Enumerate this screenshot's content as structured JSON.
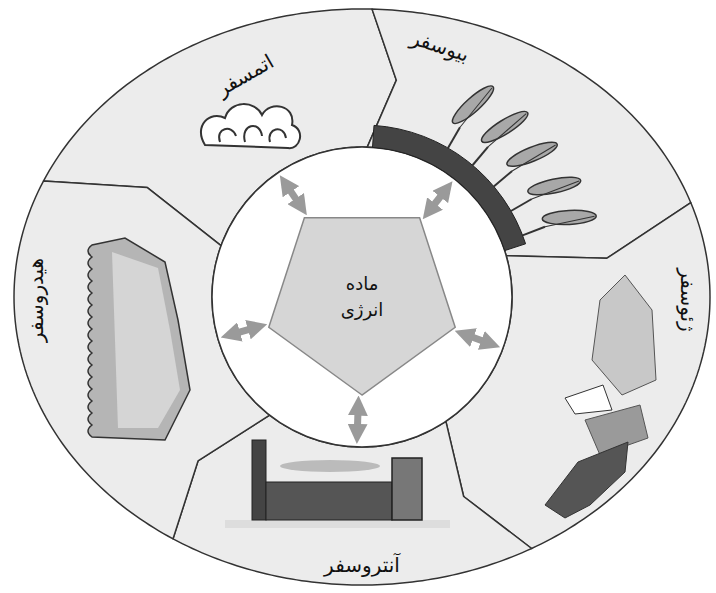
{
  "diagram": {
    "nodes": [
      {
        "text": [
          "ماده انرژی"
        ]
      },
      {
        "text": [
          "اتمسفر"
        ]
      },
      {
        "text": [
          "بیوسفر"
        ]
      },
      {
        "text": [
          "ژئوسفر"
        ]
      },
      {
        "text": [
          "آنتروسفر"
        ]
      },
      {
        "text": [
          "هیدروسفر"
        ]
      }
    ],
    "edges": [
      {
        "from": 0,
        "to": 1,
        "arrow": "both"
      },
      {
        "from": 0,
        "to": 2,
        "arrow": "both"
      },
      {
        "from": 0,
        "to": 3,
        "arrow": "both"
      },
      {
        "from": 0,
        "to": 4,
        "arrow": "both"
      },
      {
        "from": 0,
        "to": 5,
        "arrow": "both"
      }
    ]
  }
}
